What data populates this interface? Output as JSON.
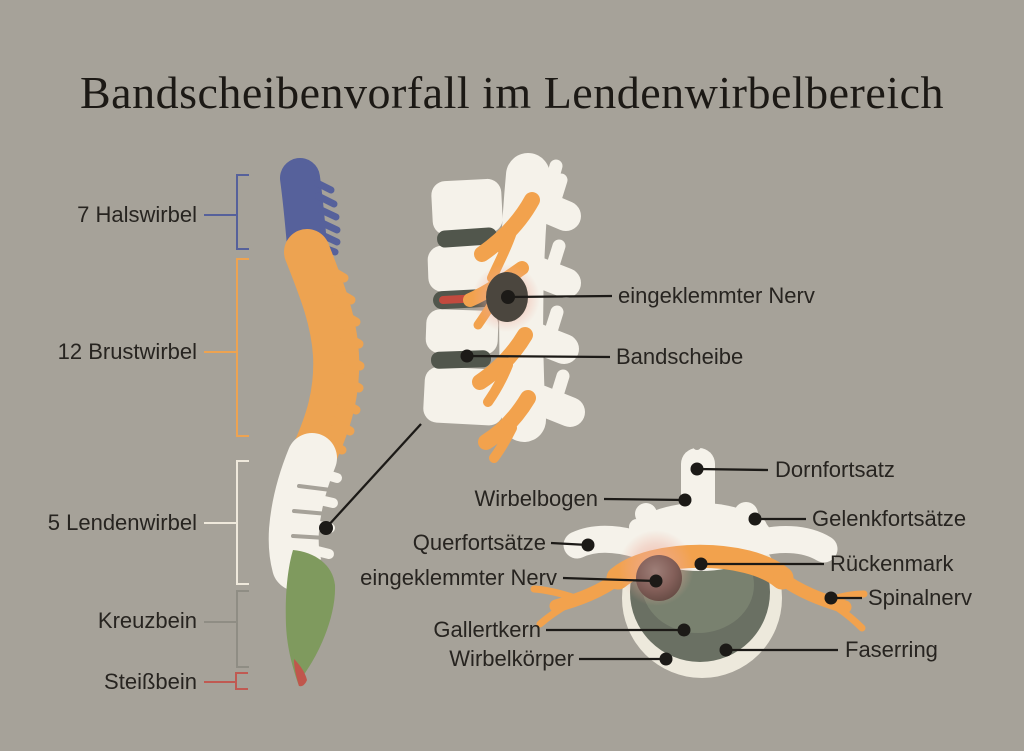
{
  "title": "Bandscheibenvorfall im Lendenwirbelbereich",
  "spine_overview": {
    "labels": [
      {
        "text": "7 Halswirbel",
        "color": "#56619b"
      },
      {
        "text": "12 Brustwirbel",
        "color": "#eda351"
      },
      {
        "text": "5 Lendenwirbel",
        "color": "#efe9dc"
      },
      {
        "text": "Kreuzbein",
        "color": "#8f8d84"
      },
      {
        "text": "Steißbein",
        "color": "#c05a52"
      }
    ]
  },
  "side_view": {
    "labels": [
      {
        "text": "eingeklemmter Nerv"
      },
      {
        "text": "Bandscheibe"
      }
    ]
  },
  "cross_section": {
    "labels_left": [
      {
        "text": "Wirbelbogen"
      },
      {
        "text": "Querfortsätze"
      },
      {
        "text": "eingeklemmter Nerv"
      },
      {
        "text": "Gallertkern"
      },
      {
        "text": "Wirbelkörper"
      }
    ],
    "labels_right": [
      {
        "text": "Dornfortsatz"
      },
      {
        "text": "Gelenkfortsätze"
      },
      {
        "text": "Rückenmark"
      },
      {
        "text": "Spinalnerv"
      },
      {
        "text": "Faserring"
      }
    ]
  },
  "colors": {
    "background": "#a6a299",
    "title_text": "#1c1915",
    "label_text": "#272420",
    "leader_line": "#1c1a17",
    "cervical_blue": "#56619b",
    "thoracic_orange": "#eda351",
    "bone_white": "#f5f2ea",
    "sacrum_green": "#7f9a5e",
    "coccyx_red": "#c0564c",
    "disc_dark": "#51564c",
    "hernia_red_stripe": "#c24a3e",
    "nerve_orange": "#f2a24d",
    "pinched_blob_dark": "#4b463e",
    "glow_pink": "#eeaa98",
    "annulus_gray_green": "#6a7063",
    "nucleus_light_green": "#79816f",
    "disc_ring_white": "#ede9dc",
    "hernia_mauve": "#835f59"
  }
}
